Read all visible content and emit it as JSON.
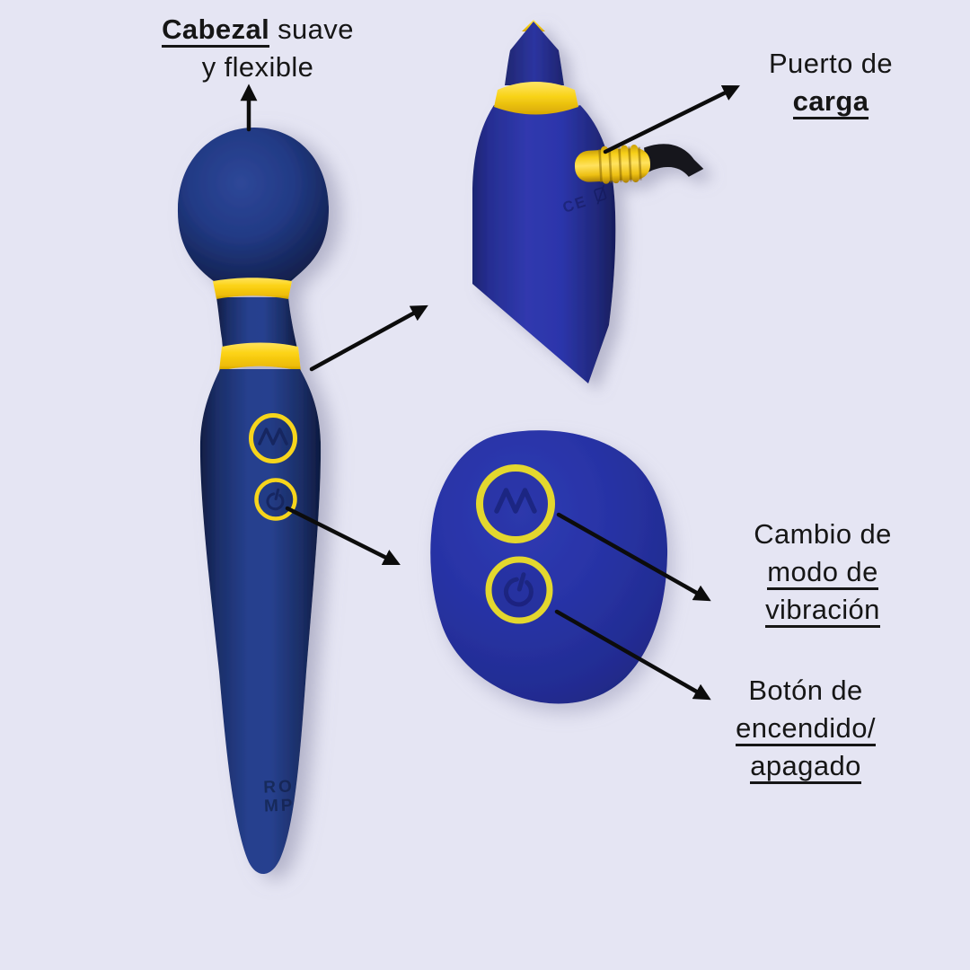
{
  "background_color": "#e5e5f3",
  "colors": {
    "wand_navy": "#22397f",
    "detail_blue": "#2a33a6",
    "accent_yellow": "#fbd315",
    "text": "#161616",
    "arrow": "#0c0c0c"
  },
  "labels": {
    "head": {
      "keyword": "Cabezal",
      "after": " suave",
      "line2": "y flexible"
    },
    "charging_port": {
      "line1": "Puerto de",
      "keyword": "carga"
    },
    "vibration_mode": {
      "line1": "Cambio de",
      "line2": "modo de",
      "line3": "vibración"
    },
    "power_button": {
      "line1": "Botón de",
      "line2": "encendido/",
      "line3": "apagado"
    }
  },
  "device": {
    "brand_line1": "RO",
    "brand_line2": "MP",
    "ce_mark": "CE"
  },
  "icons": {
    "vibration": "wave-icon",
    "power": "power-icon"
  }
}
